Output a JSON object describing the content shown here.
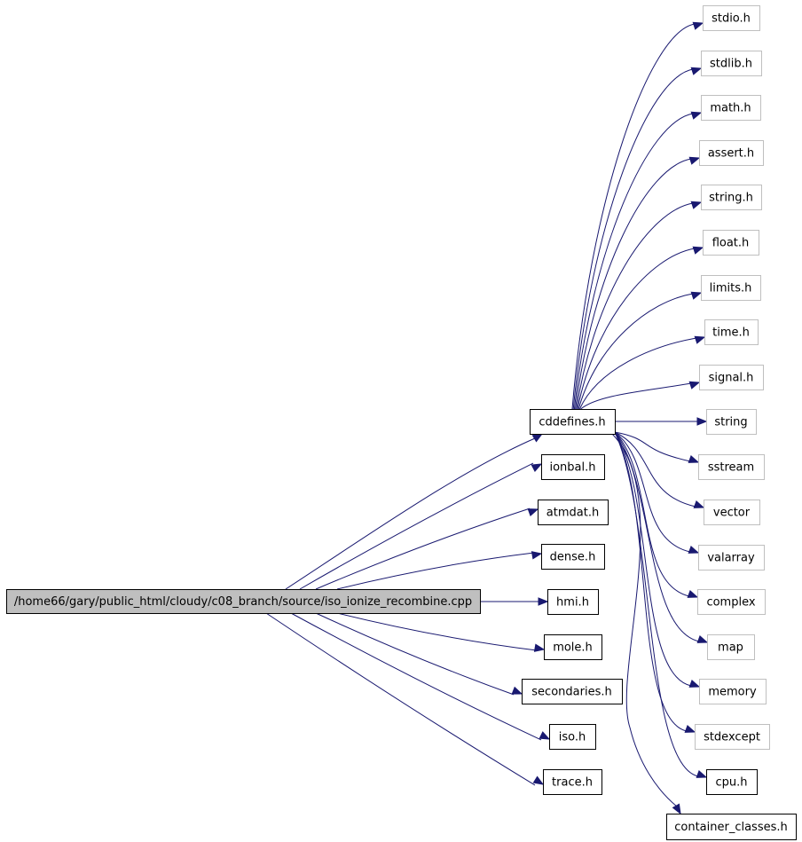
{
  "graph": {
    "root": "/home66/gary/public_html/cloudy/c08_branch/source/iso_ionize_recombine.cpp",
    "cddefines": "cddefines.h",
    "root_includes": [
      "cddefines.h",
      "ionbal.h",
      "atmdat.h",
      "dense.h",
      "hmi.h",
      "mole.h",
      "secondaries.h",
      "iso.h",
      "trace.h"
    ],
    "cddefines_includes": [
      "stdio.h",
      "stdlib.h",
      "math.h",
      "assert.h",
      "string.h",
      "float.h",
      "limits.h",
      "time.h",
      "signal.h",
      "string",
      "sstream",
      "vector",
      "valarray",
      "complex",
      "map",
      "memory",
      "stdexcept",
      "cpu.h",
      "container_classes.h"
    ],
    "system_headers": [
      "stdio.h",
      "stdlib.h",
      "math.h",
      "assert.h",
      "string.h",
      "float.h",
      "limits.h",
      "time.h",
      "signal.h",
      "string",
      "sstream",
      "vector",
      "valarray",
      "complex",
      "map",
      "memory",
      "stdexcept"
    ],
    "colors": {
      "edge": "#191970",
      "root_fill": "#bfbfbf",
      "local_border": "#000000",
      "system_border": "#bfbfbf"
    }
  }
}
